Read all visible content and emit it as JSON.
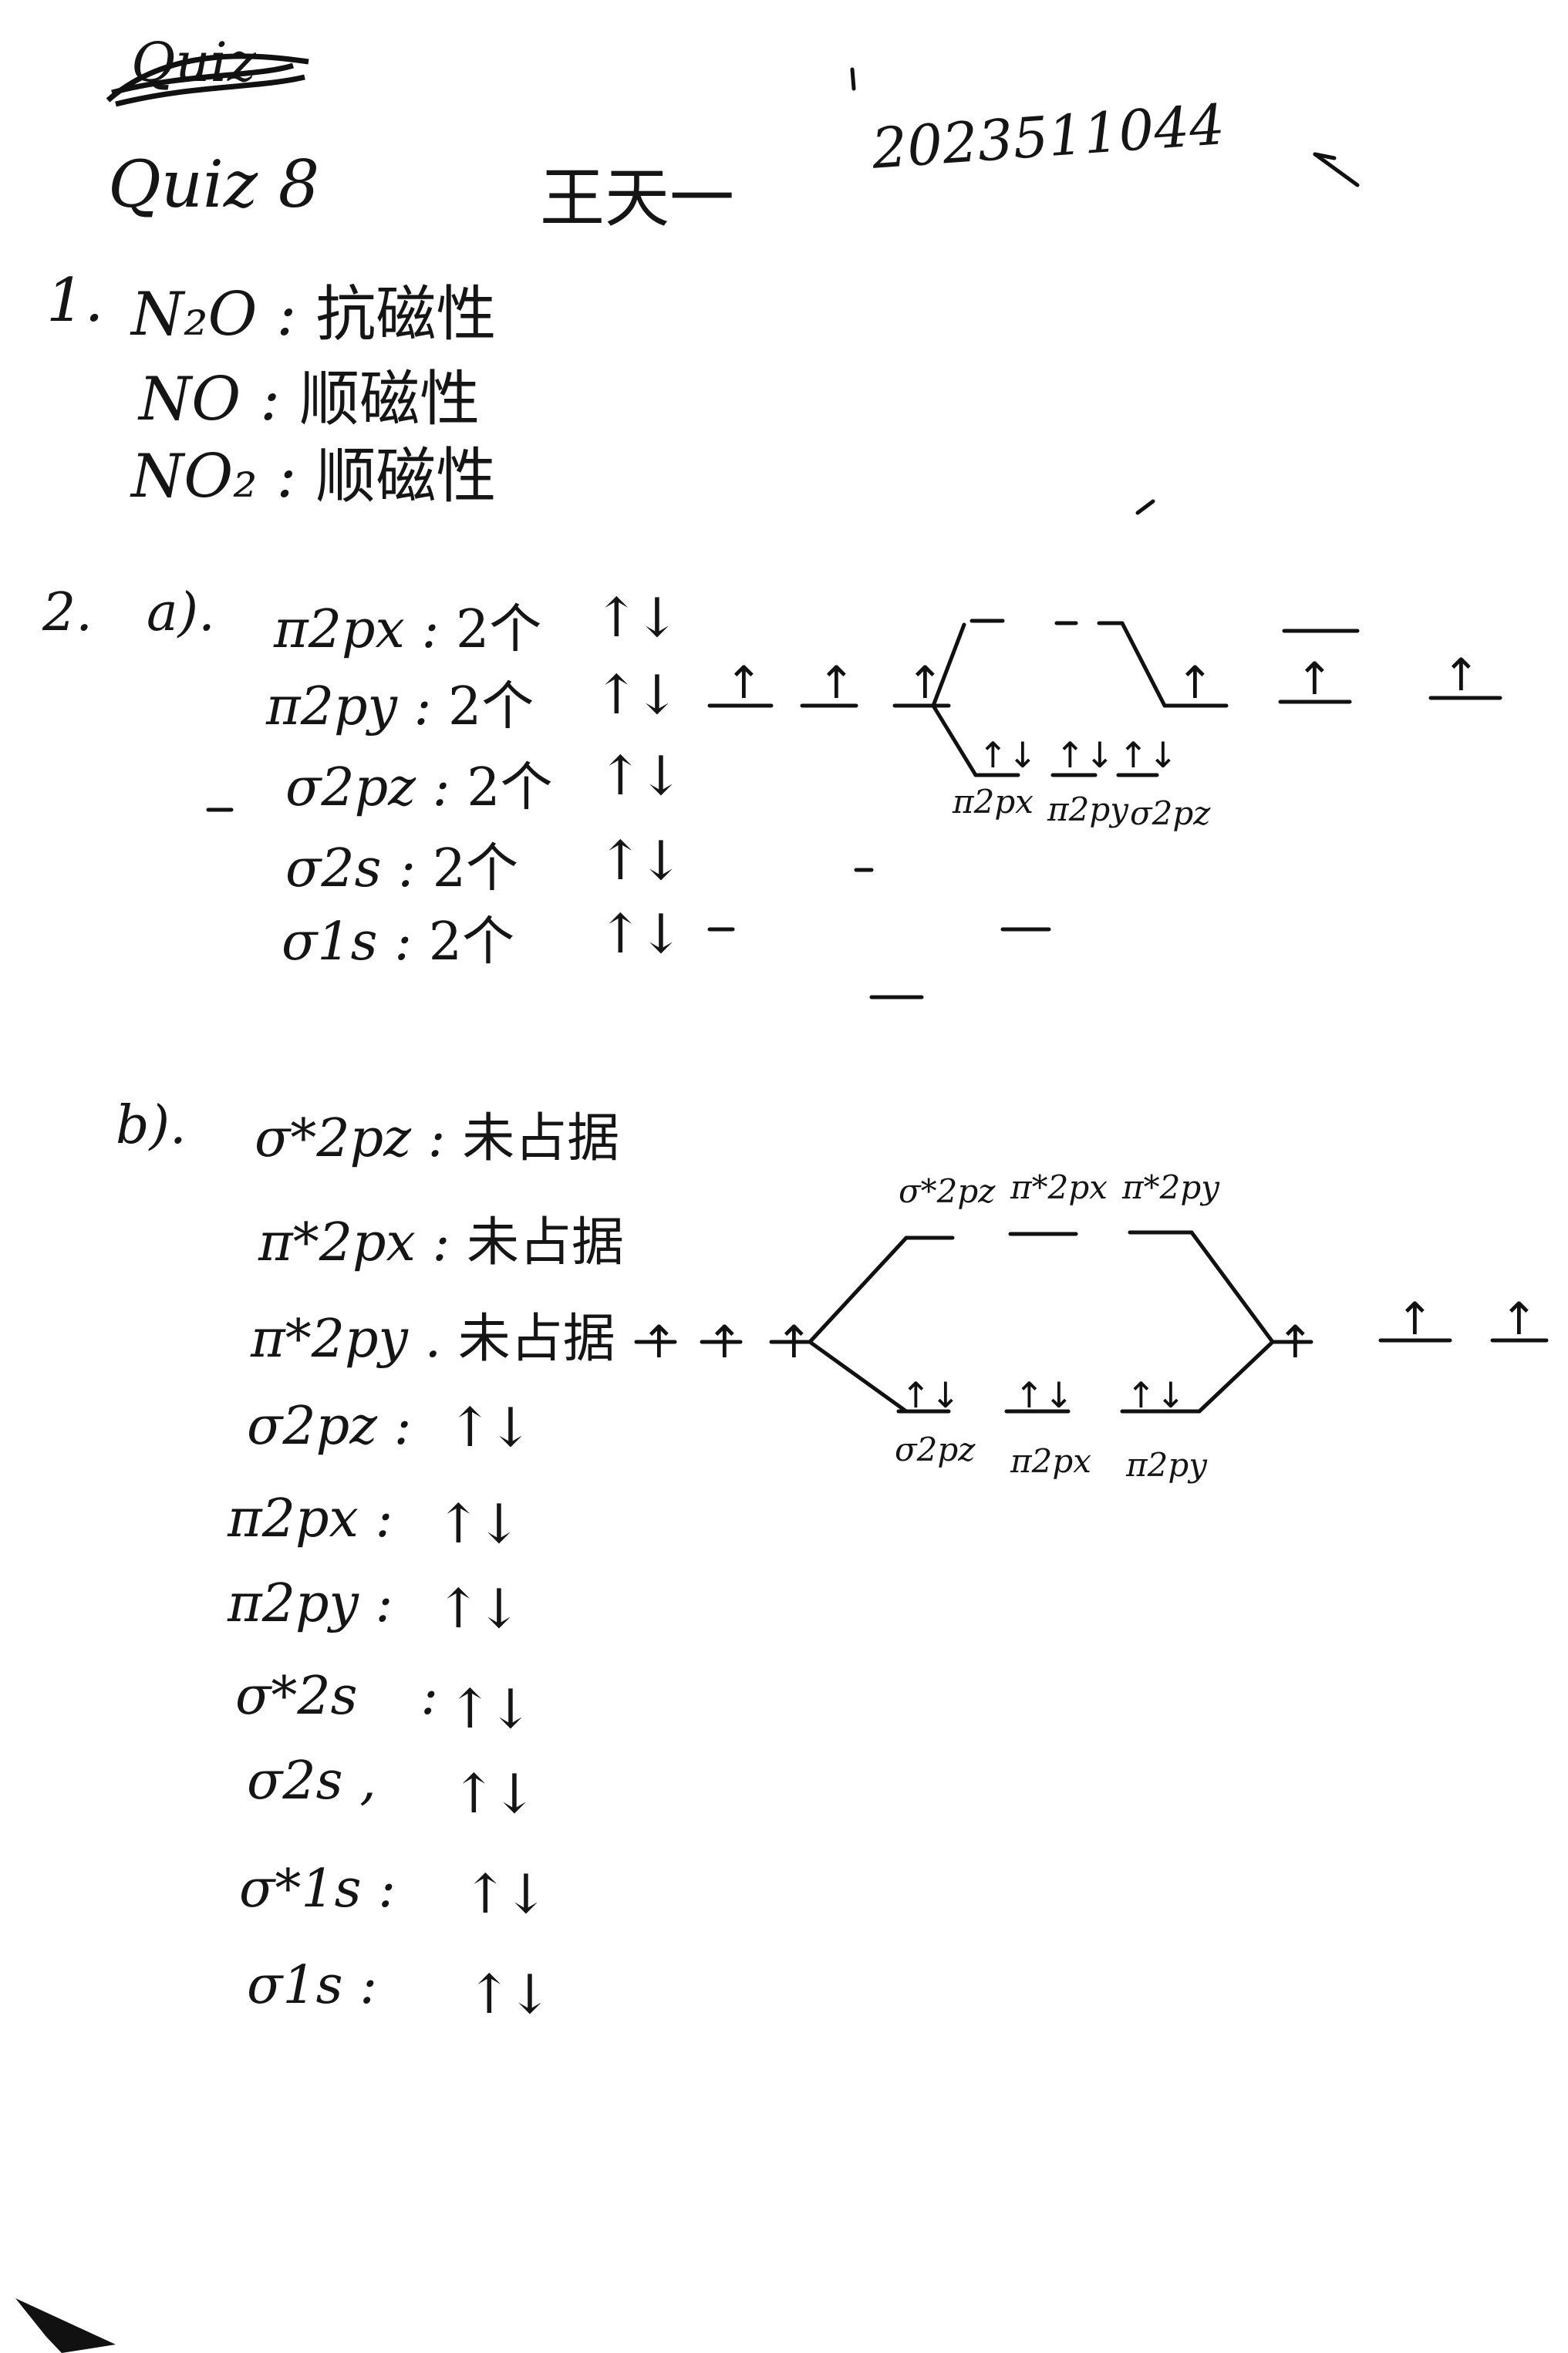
{
  "header": {
    "struck_word": "Quiz",
    "title": "Quiz 8",
    "name": "王天一",
    "student_id": "2023511044"
  },
  "q1": {
    "number": "1.",
    "items": [
      {
        "species": "N₂O",
        "property": "抗磁性"
      },
      {
        "species": "NO",
        "property": "顺磁性"
      },
      {
        "species": "NO₂",
        "property": "顺磁性"
      }
    ]
  },
  "q2a": {
    "number": "2.",
    "part": "a).",
    "rows": [
      {
        "orbital": "π2px",
        "count": "2个",
        "arrows": "↑↓"
      },
      {
        "orbital": "π2py",
        "count": "2个",
        "arrows": "↑↓"
      },
      {
        "orbital": "σ2pz",
        "count": "2个",
        "arrows": "↑↓"
      },
      {
        "orbital": "σ2s",
        "count": "2个",
        "arrows": "↑↓"
      },
      {
        "orbital": "σ1s",
        "count": "2个",
        "arrows": "↑↓"
      }
    ],
    "diagram_labels": [
      "π2px",
      "π2py",
      "σ2pz"
    ]
  },
  "q2b": {
    "part": "b).",
    "rows": [
      {
        "orbital": "σ*2pz",
        "value": "未占据"
      },
      {
        "orbital": "π*2px",
        "value": "未占据"
      },
      {
        "orbital": "π*2py",
        "value": "未占据"
      },
      {
        "orbital": "σ2pz",
        "value": "↑↓"
      },
      {
        "orbital": "π2px",
        "value": "↑↓"
      },
      {
        "orbital": "π2py",
        "value": "↑↓"
      },
      {
        "orbital": "σ*2s",
        "value": "↑↓"
      },
      {
        "orbital": "σ2s",
        "value": "↑↓"
      },
      {
        "orbital": "σ*1s",
        "value": "↑↓"
      },
      {
        "orbital": "σ1s",
        "value": "↑↓"
      }
    ],
    "diagram_top_labels": [
      "σ*2pz",
      "π*2px",
      "π*2py"
    ],
    "diagram_bottom_labels": [
      "σ2pz",
      "π2px",
      "π2py"
    ]
  },
  "colors": {
    "ink": "#151515",
    "paper": "#ffffff"
  }
}
